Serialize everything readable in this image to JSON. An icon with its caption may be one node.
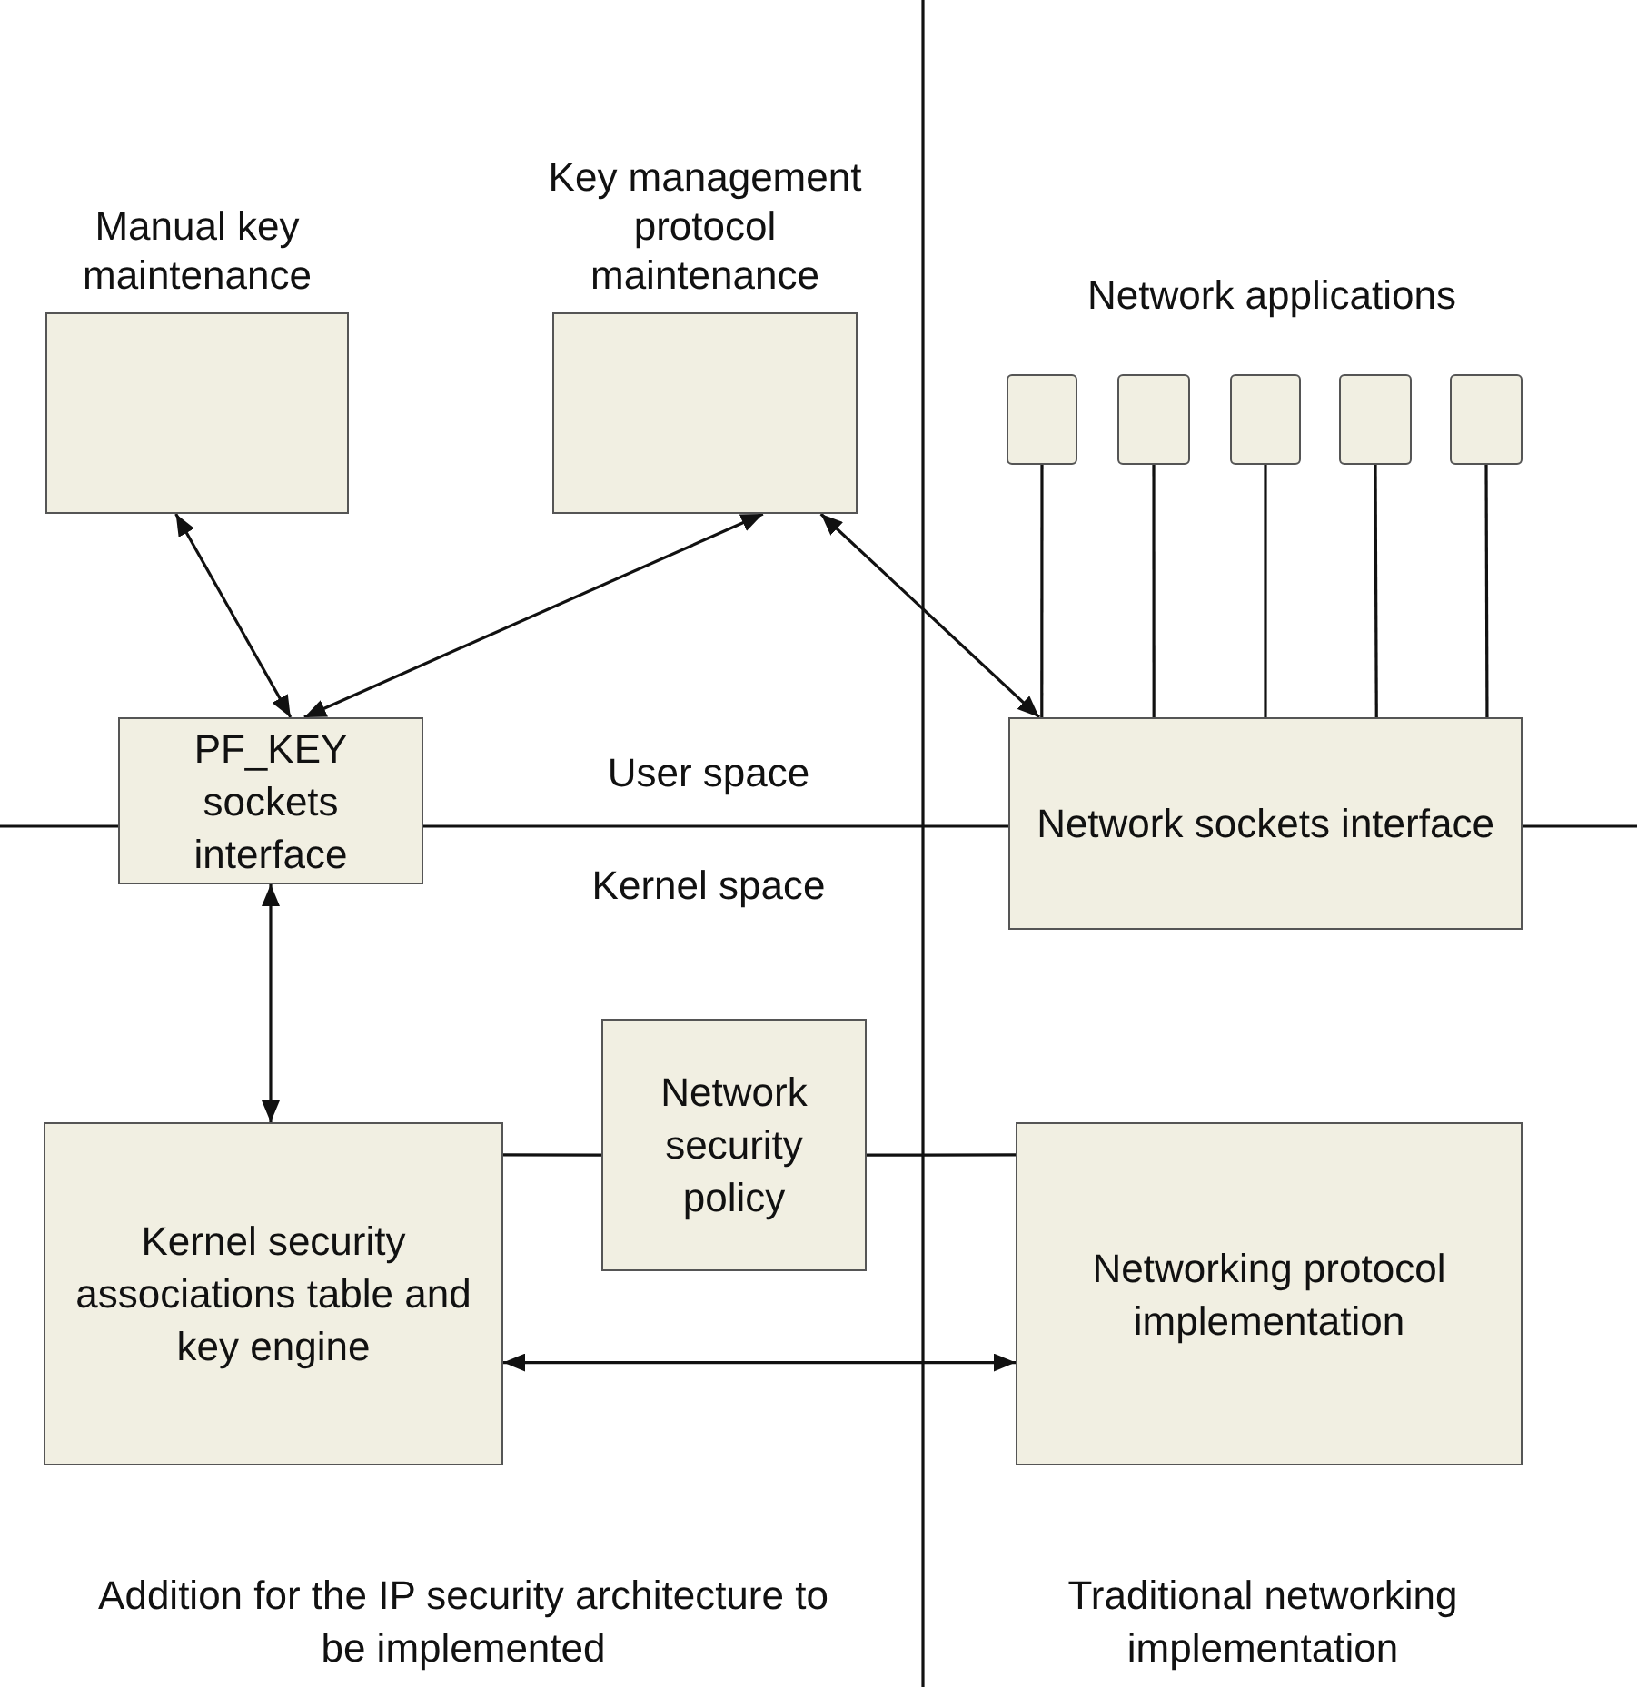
{
  "diagram": {
    "nodes": [
      {
        "text": [
          "Manual key maintenance"
        ]
      },
      {
        "text": [
          "Key management protocol maintenance"
        ]
      },
      {
        "text": [],
        "shape": "box"
      },
      {
        "text": [],
        "shape": "box"
      },
      {
        "text": [],
        "shape": "box"
      },
      {
        "text": [],
        "shape": "box"
      },
      {
        "text": [],
        "shape": "box"
      },
      {
        "text": [
          "PF_KEY sockets interface"
        ]
      },
      {
        "text": [
          "Network sockets interface"
        ]
      },
      {
        "text": [
          "Kernel security associations table and key engine"
        ]
      },
      {
        "text": [
          "Network security policy"
        ]
      },
      {
        "text": [
          "Networking protocol implementation"
        ]
      }
    ],
    "edges": [
      {
        "from": 0,
        "to": 7,
        "arrow": "both"
      },
      {
        "from": 1,
        "to": 7,
        "arrow": "both"
      },
      {
        "from": 1,
        "to": 8,
        "arrow": "both"
      },
      {
        "from": 2,
        "to": 8,
        "arrow": "none"
      },
      {
        "from": 3,
        "to": 8,
        "arrow": "none"
      },
      {
        "from": 4,
        "to": 8,
        "arrow": "none"
      },
      {
        "from": 5,
        "to": 8,
        "arrow": "none"
      },
      {
        "from": 6,
        "to": 8,
        "arrow": "none"
      },
      {
        "from": 7,
        "to": 9,
        "arrow": "both"
      },
      {
        "from": 10,
        "to": 9,
        "arrow": "none"
      },
      {
        "from": 10,
        "to": 11,
        "arrow": "none"
      },
      {
        "from": 9,
        "to": 11,
        "arrow": "both"
      }
    ],
    "labels": [
      "Network applications",
      "User space",
      "Kernel space",
      "Addition for the IP security architecture to be implemented",
      "Traditional networking implementation"
    ]
  }
}
